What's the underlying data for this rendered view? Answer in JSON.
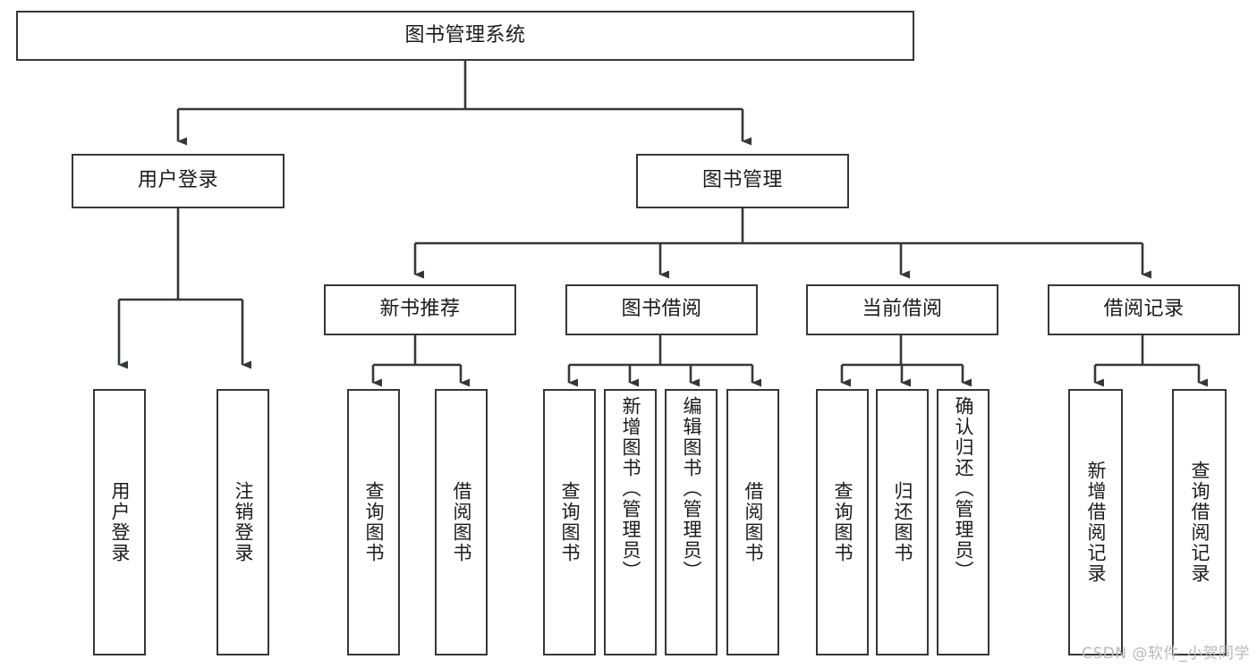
{
  "diagram": {
    "type": "tree",
    "title": "图书管理系统",
    "watermark": "CSDN @软件_小贺同学",
    "colors": {
      "border": "#35373a",
      "background": "#ffffff",
      "text": "#1b1b1b",
      "connector": "#35373a",
      "watermark": "#b9b9b9"
    },
    "root": {
      "label": "图书管理系统",
      "orientation": "horizontal"
    },
    "level2": [
      {
        "label": "用户登录",
        "orientation": "horizontal"
      },
      {
        "label": "图书管理",
        "orientation": "horizontal"
      }
    ],
    "level3": [
      {
        "label": "新书推荐",
        "orientation": "horizontal"
      },
      {
        "label": "图书借阅",
        "orientation": "horizontal"
      },
      {
        "label": "当前借阅",
        "orientation": "horizontal"
      },
      {
        "label": "借阅记录",
        "orientation": "horizontal"
      }
    ],
    "leaves": [
      {
        "label": "用户登录",
        "parent": "用户登录",
        "orientation": "vertical"
      },
      {
        "label": "注销登录",
        "parent": "用户登录",
        "orientation": "vertical"
      },
      {
        "label": "查询图书",
        "parent": "新书推荐",
        "orientation": "vertical"
      },
      {
        "label": "借阅图书",
        "parent": "新书推荐",
        "orientation": "vertical"
      },
      {
        "label": "查询图书",
        "parent": "图书借阅",
        "orientation": "vertical"
      },
      {
        "label": "新增图书（管理员）",
        "parent": "图书借阅",
        "orientation": "vertical"
      },
      {
        "label": "编辑图书（管理员）",
        "parent": "图书借阅",
        "orientation": "vertical"
      },
      {
        "label": "借阅图书",
        "parent": "图书借阅",
        "orientation": "vertical"
      },
      {
        "label": "查询图书",
        "parent": "当前借阅",
        "orientation": "vertical"
      },
      {
        "label": "归还图书",
        "parent": "当前借阅",
        "orientation": "vertical"
      },
      {
        "label": "确认归还（管理员）",
        "parent": "当前借阅",
        "orientation": "vertical"
      },
      {
        "label": "新增借阅记录",
        "parent": "借阅记录",
        "orientation": "vertical"
      },
      {
        "label": "查询借阅记录",
        "parent": "借阅记录",
        "orientation": "vertical"
      }
    ]
  }
}
